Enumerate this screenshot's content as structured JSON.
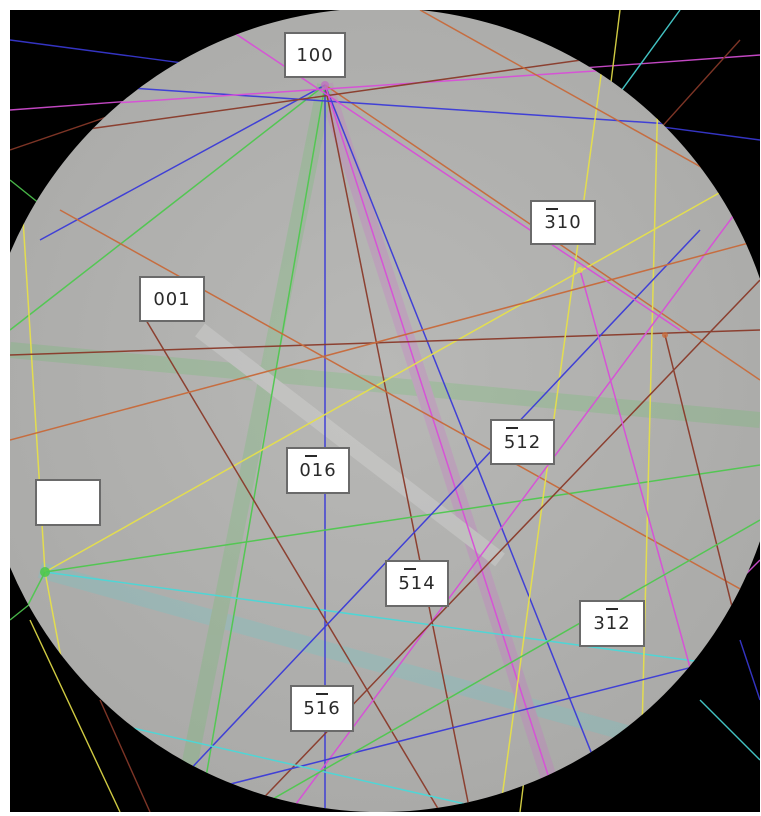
{
  "pattern": {
    "background": "#000000",
    "disc_color": "#b4b4b4",
    "band_colors": [
      "#d84fd8",
      "#3a3ad8",
      "#c86a3a",
      "#e6e04a",
      "#4fc84f",
      "#4ad8d8",
      "#8a3a2a"
    ]
  },
  "labels": [
    {
      "id": "label-100",
      "text": "100",
      "bar": false
    },
    {
      "id": "label-310",
      "text": "310",
      "bar": true
    },
    {
      "id": "label-001",
      "text": "001",
      "bar": false
    },
    {
      "id": "label-512",
      "text": "512",
      "bar": true
    },
    {
      "id": "label-016",
      "text": "016",
      "bar": true
    },
    {
      "id": "label-blank",
      "text": "",
      "bar": false
    },
    {
      "id": "label-514",
      "text": "514",
      "bar": true
    },
    {
      "id": "label-312",
      "text": "312",
      "bar": true
    },
    {
      "id": "label-516",
      "text": "516",
      "bar": true
    }
  ]
}
